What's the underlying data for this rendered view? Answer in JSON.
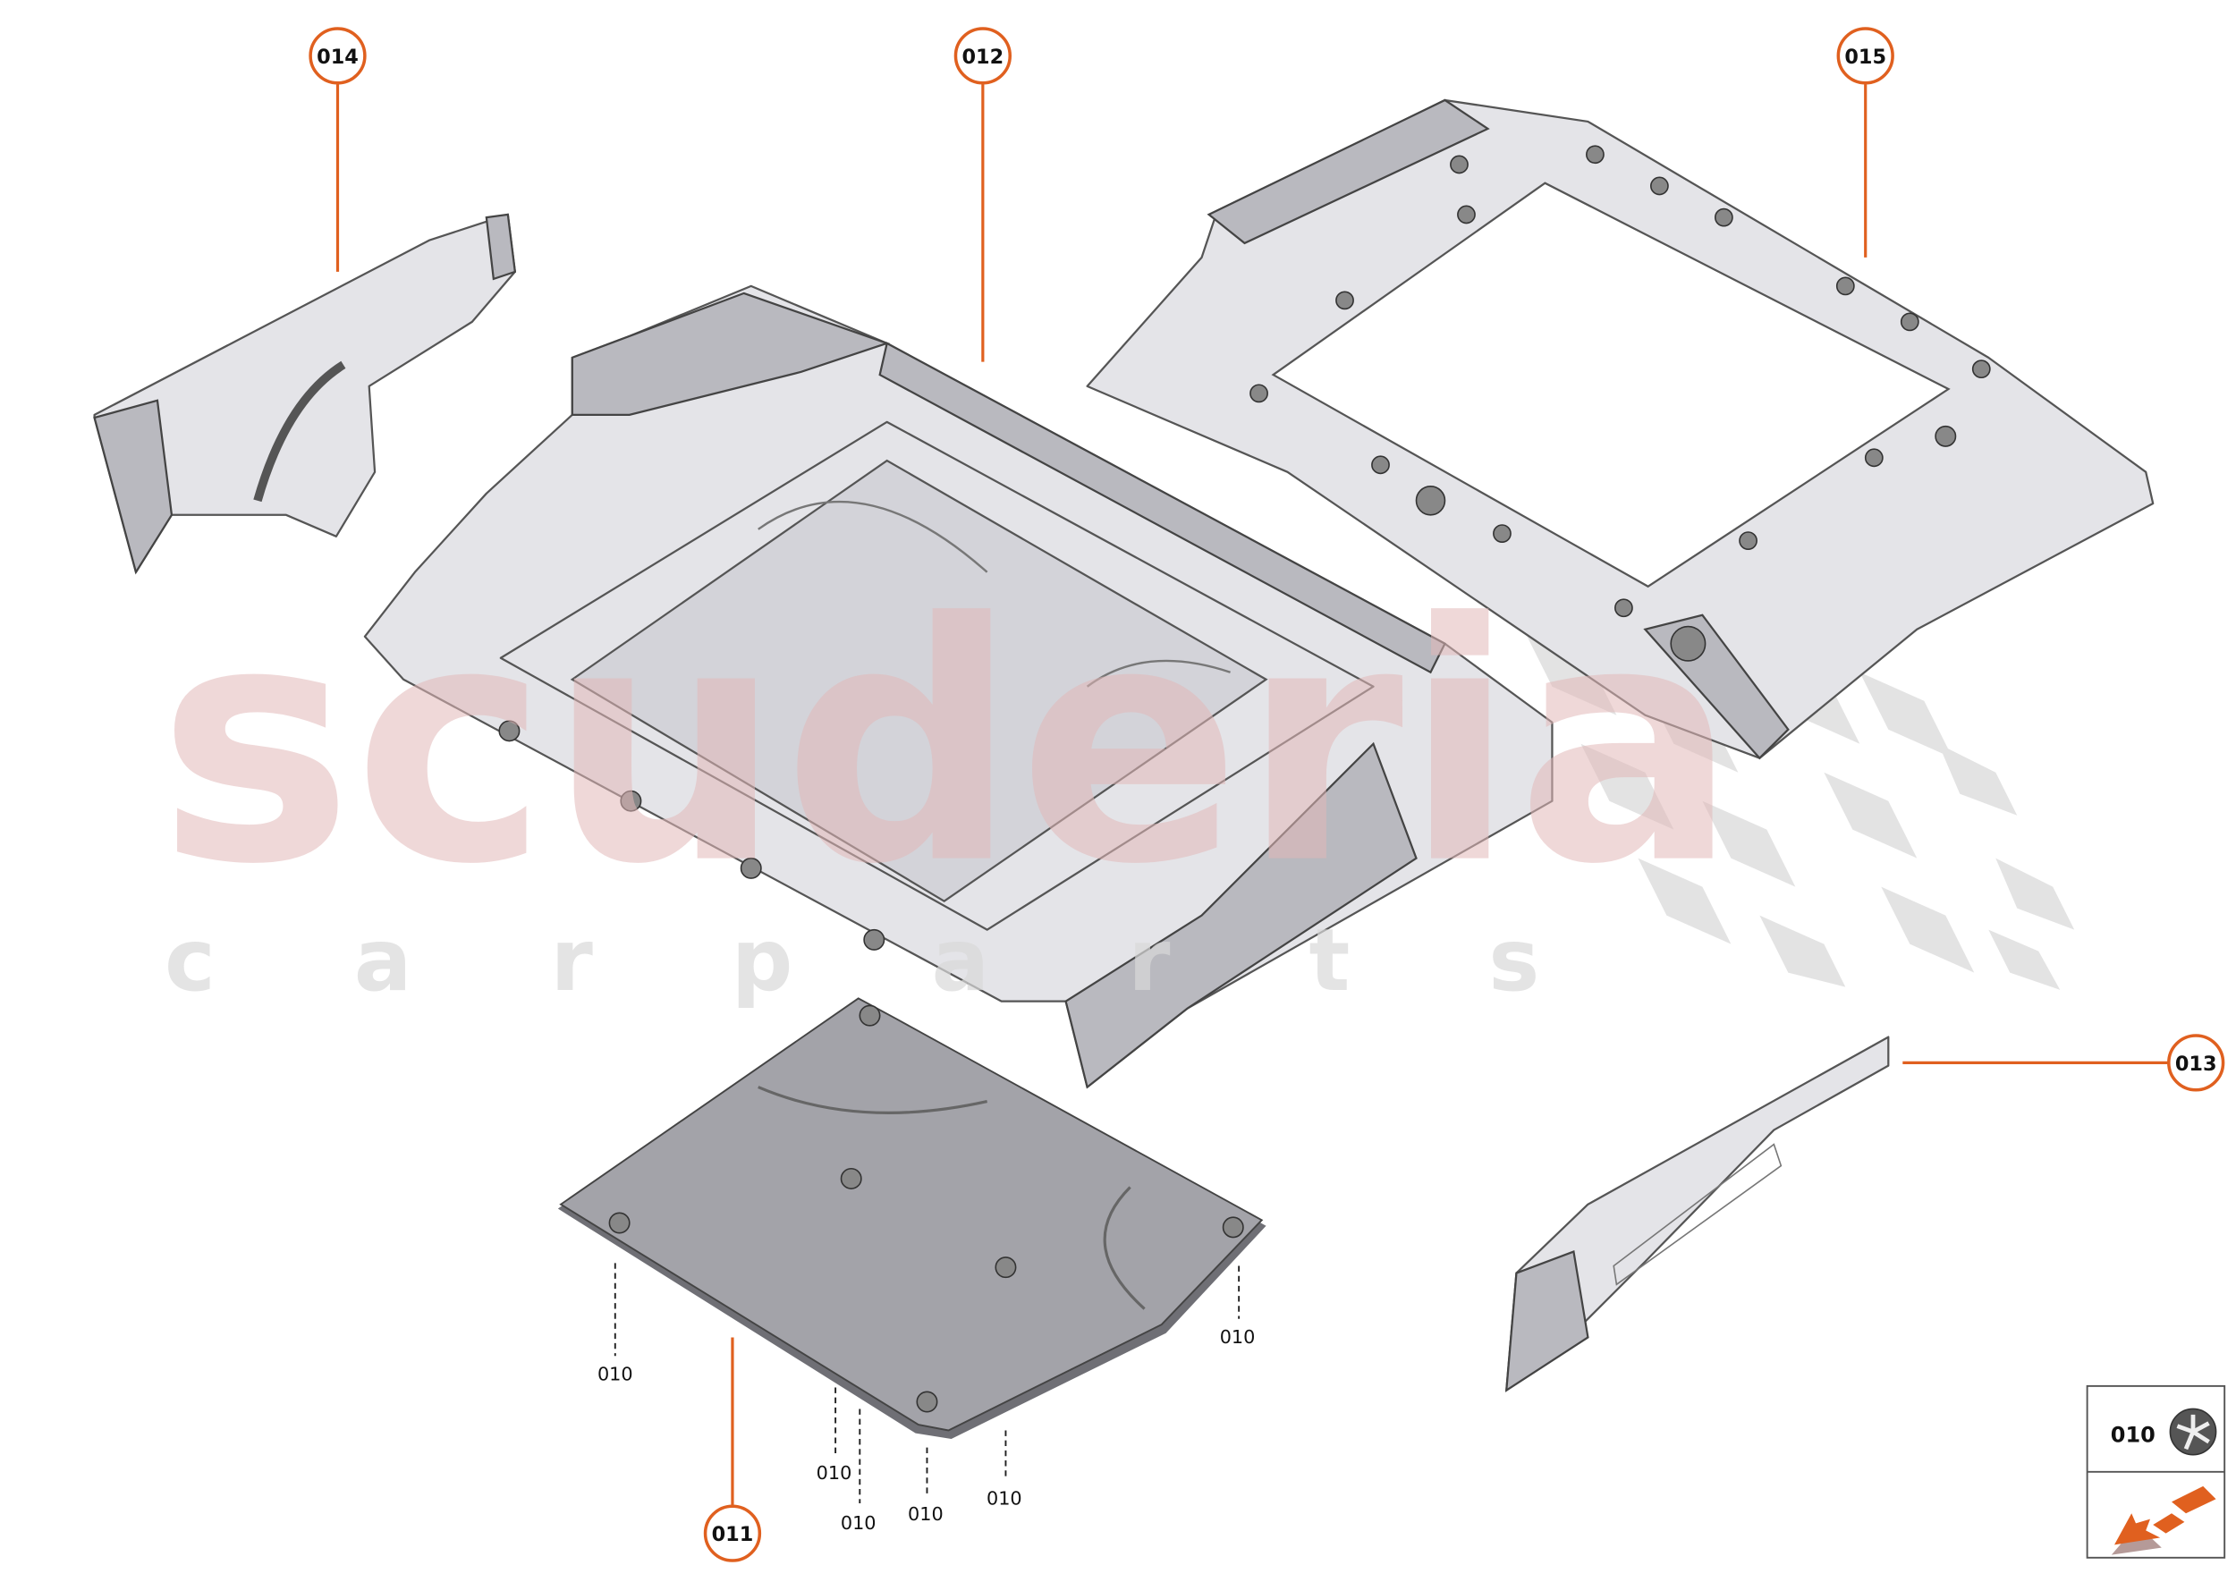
{
  "watermark": {
    "brand": "scuderia",
    "sub": "c a r p a r t s"
  },
  "callouts": {
    "c014": "014",
    "c012": "012",
    "c015": "015",
    "c013": "013",
    "c011": "011"
  },
  "fastener_labels": [
    "010",
    "010",
    "010",
    "010",
    "010",
    "010"
  ],
  "legend": {
    "part_number": "010",
    "part_icon": "fastener-clip-icon",
    "direction_icon": "front-arrow-icon"
  },
  "colors": {
    "accent": "#e0601f",
    "line": "#555555"
  }
}
